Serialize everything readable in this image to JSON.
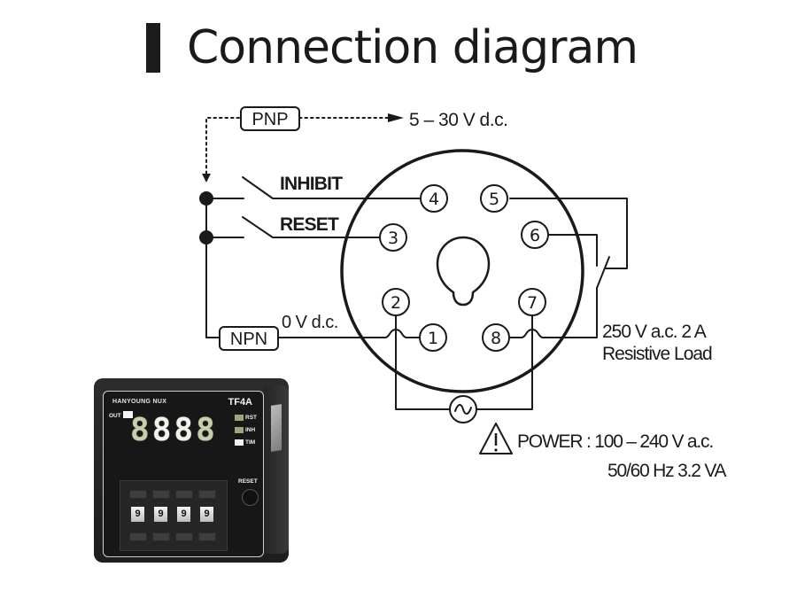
{
  "title": "Connection diagram",
  "supply": {
    "pnp_label": "PNP",
    "npn_label": "NPN",
    "supply_voltage": "5 – 30 V d.c.",
    "ground_voltage": "0 V d.c."
  },
  "inputs": {
    "inhibit_label": "INHIBIT",
    "reset_label": "RESET"
  },
  "pins": [
    "1",
    "2",
    "3",
    "4",
    "5",
    "6",
    "7",
    "8"
  ],
  "output_rating": {
    "line1": "250 V a.c. 2 A",
    "line2": "Resistive Load"
  },
  "power": {
    "line1": "POWER : 100 – 240 V a.c.",
    "line2": "50/60 Hz 3.2 VA",
    "ac_symbol": "~"
  },
  "device": {
    "brand": "HANYOUNG NUX",
    "model": "TF4A",
    "display_digits": [
      "8",
      "8",
      "8",
      "8"
    ],
    "out_label": "OUT",
    "status_labels": [
      "RST",
      "INH",
      "TIM"
    ],
    "reset_label": "RESET",
    "thumbwheel_digits": [
      "9",
      "9",
      "9",
      "9"
    ]
  },
  "icons": {
    "warning": "warning-triangle-icon",
    "ac_source": "ac-sine-icon"
  },
  "colors": {
    "ink": "#1a1a1a",
    "device_body": "#222222",
    "display_green": "#c6cfac"
  }
}
